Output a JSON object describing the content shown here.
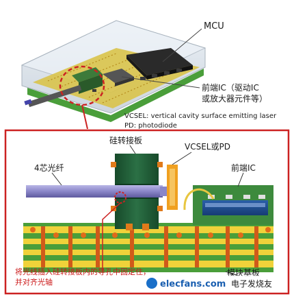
{
  "labels": {
    "mcu": "MCU",
    "frontend_ic_line1": "前端IC（驱动IC",
    "frontend_ic_line2": "或放大器元件等）",
    "vcsel_def": "VCSEL: vertical cavity surface emitting laser",
    "pd_def": "PD: photodiode",
    "silicon_adapter": "硅转接板",
    "vcsel_or_pd": "VCSEL或PD",
    "fiber": "4芯光纤",
    "frontend_ic": "前端IC",
    "module_substrate": "模块基板",
    "note_line1": "将光线插入硅转接板内的导孔中固定住，",
    "note_line2": "并对齐光轴"
  },
  "watermark": {
    "site": "elecfans.com",
    "brand": "电子发烧友"
  },
  "colors": {
    "frame_red": "#cc2222",
    "substrate_yellow": "#f0d23a",
    "substrate_green": "#4a9e3a",
    "adapter_green": "#1f5a34",
    "fiber_purple": "#8a86c8",
    "vcsel_orange": "#f0a020",
    "ic_blue": "#1a4a8a"
  }
}
